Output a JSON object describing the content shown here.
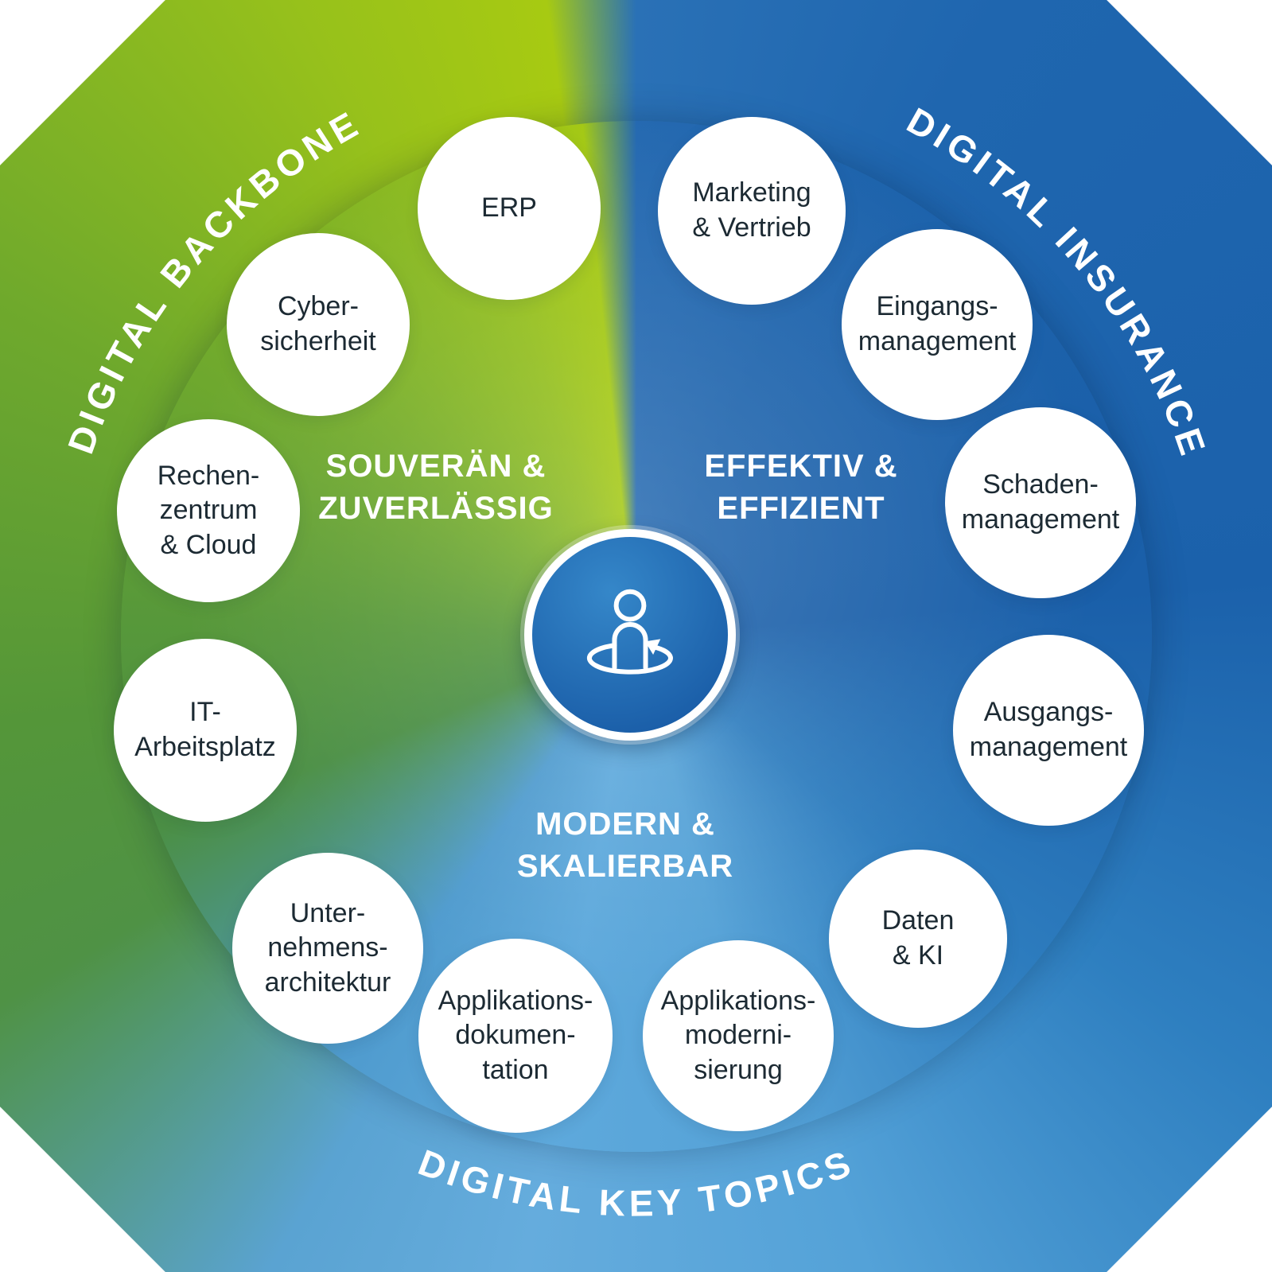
{
  "outer_labels": {
    "backbone": "DIGITAL BACKBONE",
    "insurance": "DIGITAL INSURANCE",
    "key_topics": "DIGITAL KEY TOPICS"
  },
  "sectors": [
    {
      "name": "souveraen-zuverlaessig",
      "label": "SOUVERÄN &\nZUVERLÄSSIG",
      "color": "#74ac2b"
    },
    {
      "name": "effektiv-effizient",
      "label": "EFFEKTIV &\nEFFIZIENT",
      "color": "#1a5fa9"
    },
    {
      "name": "modern-skalierbar",
      "label": "MODERN &\nSKALIERBAR",
      "color": "#5ea9dc"
    }
  ],
  "bubbles": [
    {
      "name": "erp",
      "sector": "souveraen-zuverlaessig",
      "text": "ERP"
    },
    {
      "name": "marketing-vertrieb",
      "sector": "effektiv-effizient",
      "text": "Marketing\n& Vertrieb"
    },
    {
      "name": "cybersicherheit",
      "sector": "souveraen-zuverlaessig",
      "text": "Cyber-\nsicherheit"
    },
    {
      "name": "eingangsmanagement",
      "sector": "effektiv-effizient",
      "text": "Eingangs-\nmanagement"
    },
    {
      "name": "rechenzentrum-cloud",
      "sector": "souveraen-zuverlaessig",
      "text": "Rechen-\nzentrum\n& Cloud"
    },
    {
      "name": "schadenmanagement",
      "sector": "effektiv-effizient",
      "text": "Schaden-\nmanagement"
    },
    {
      "name": "it-arbeitsplatz",
      "sector": "souveraen-zuverlaessig",
      "text": "IT-\nArbeitsplatz"
    },
    {
      "name": "ausgangsmanagement",
      "sector": "effektiv-effizient",
      "text": "Ausgangs-\nmanagement"
    },
    {
      "name": "unternehmensarchitektur",
      "sector": "modern-skalierbar",
      "text": "Unter-\nnehmens-\narchitektur"
    },
    {
      "name": "daten-ki",
      "sector": "modern-skalierbar",
      "text": "Daten\n& KI"
    },
    {
      "name": "applikationsdokumentation",
      "sector": "modern-skalierbar",
      "text": "Applikations-\ndokumen-\ntation"
    },
    {
      "name": "applikationsmodernisierung",
      "sector": "modern-skalierbar",
      "text": "Applikations-\nmoderni-\nsierung"
    }
  ],
  "center": {
    "icon": "person-rotation-icon"
  },
  "colors": {
    "green_light": "#a3c813",
    "green_dark": "#4f9245",
    "blue_dark": "#1a5fa9",
    "blue_light": "#5ea9dc",
    "bubble_bg": "#ffffff",
    "bubble_text": "#1c2a33",
    "label_text": "#ffffff"
  }
}
